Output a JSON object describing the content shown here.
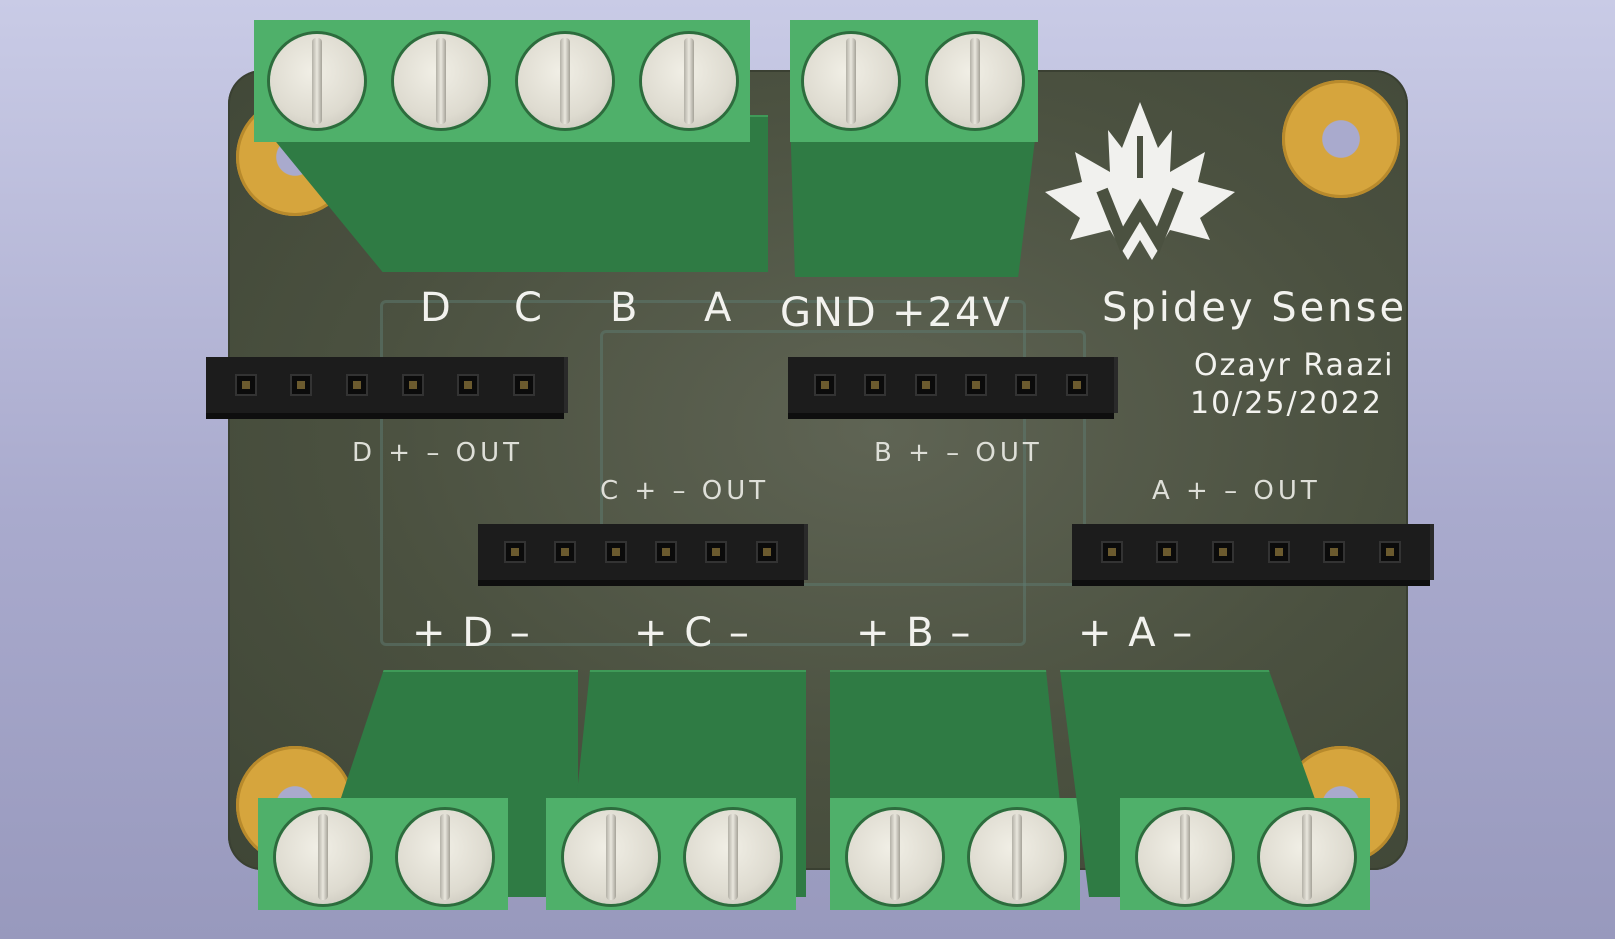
{
  "board": {
    "top_labels": [
      "D",
      "C",
      "B",
      "A"
    ],
    "power_labels": [
      "GND",
      "+24V"
    ],
    "header_labels": {
      "d": "D + – OUT",
      "b": "B + – OUT",
      "c": "C + – OUT",
      "a": "A + – OUT"
    },
    "bottom_labels": [
      "+ D –",
      "+ C –",
      "+ B –",
      "+ A –"
    ],
    "brand": "Spidey Sense",
    "author": "Ozayr Raazi",
    "date": "10/25/2022"
  },
  "colors": {
    "terminal": "#4fb06a",
    "pad": "#d6a53d",
    "silkscreen": "#f2f2ee"
  }
}
